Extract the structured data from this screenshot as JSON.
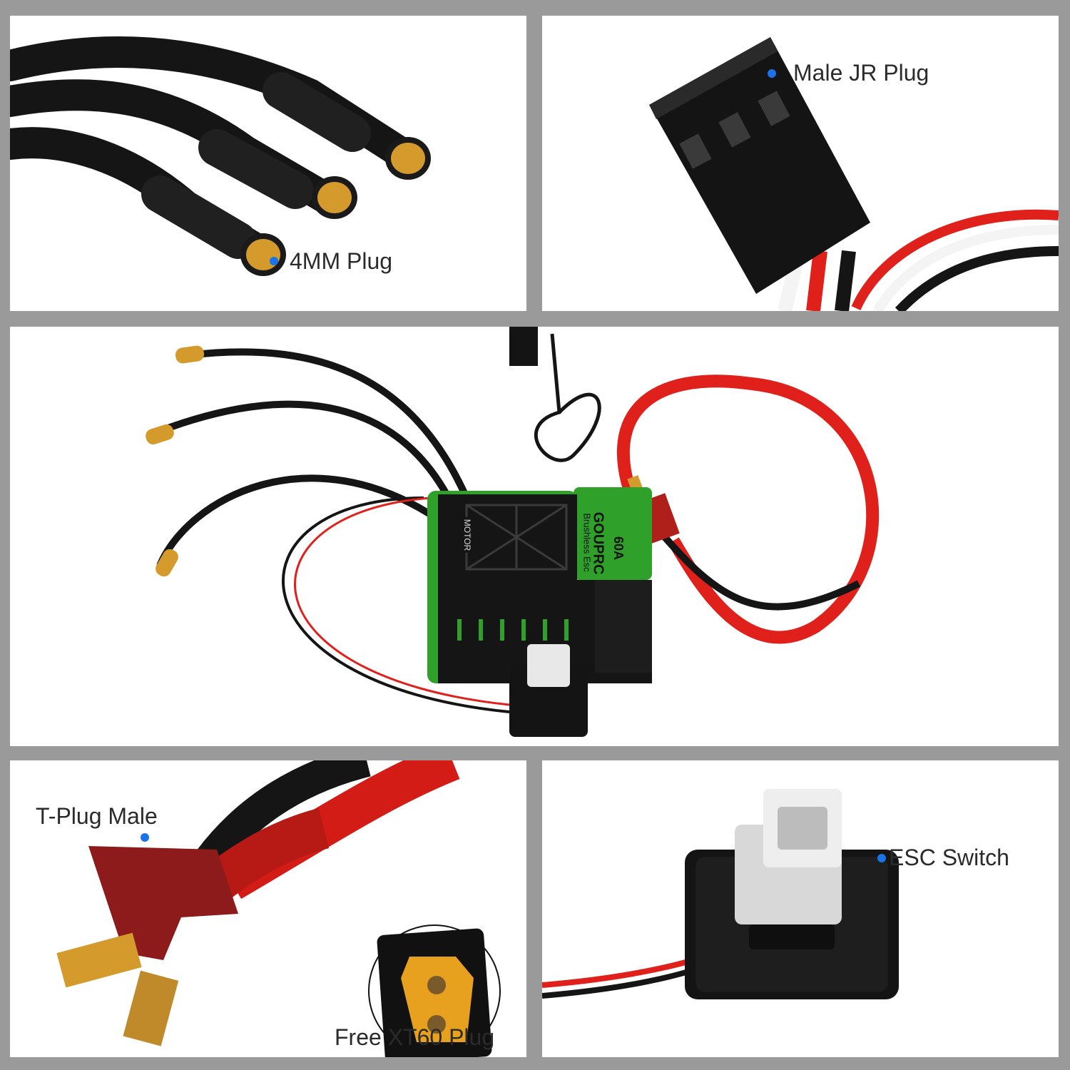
{
  "colors": {
    "background": "#9a9a9a",
    "panel": "#ffffff",
    "callout_dot": "#1a73e8",
    "esc_body": "#2fa12a",
    "wire_red": "#e0201b",
    "wire_black": "#111111",
    "connector_gold": "#d49a2c"
  },
  "panels": {
    "bullet_connectors": {
      "label": "4MM Plug"
    },
    "servo_lead": {
      "label": "Male JR Plug"
    },
    "esc_overview": {
      "brand_text": "GOUPRC",
      "model_line": "Brushless Esc",
      "rating": "60A",
      "side_marking": "MOTOR"
    },
    "power_plugs": {
      "label_primary": "T-Plug Male",
      "label_secondary": "Free XT60 Plug"
    },
    "switch": {
      "label": "ESC Switch"
    }
  }
}
